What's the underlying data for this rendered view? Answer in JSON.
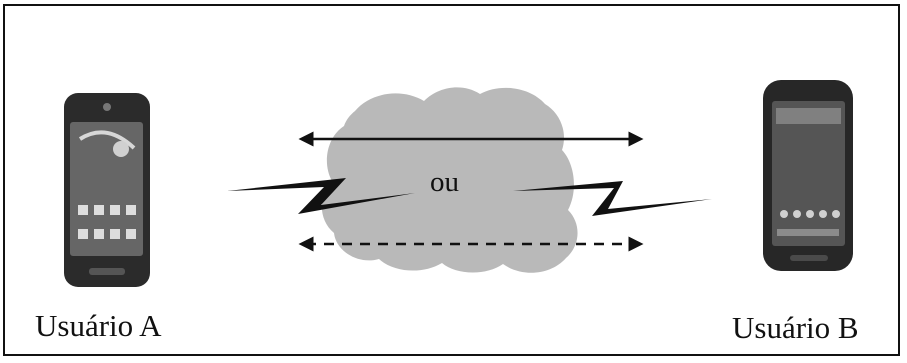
{
  "diagram": {
    "user_a_label": "Usuário A",
    "user_b_label": "Usuário B",
    "center_label": "ou"
  },
  "colors": {
    "cloud": "#b9b9b9",
    "ink": "#111111",
    "phone_body": "#2d2d2d",
    "screen": "#5f5f5f"
  }
}
